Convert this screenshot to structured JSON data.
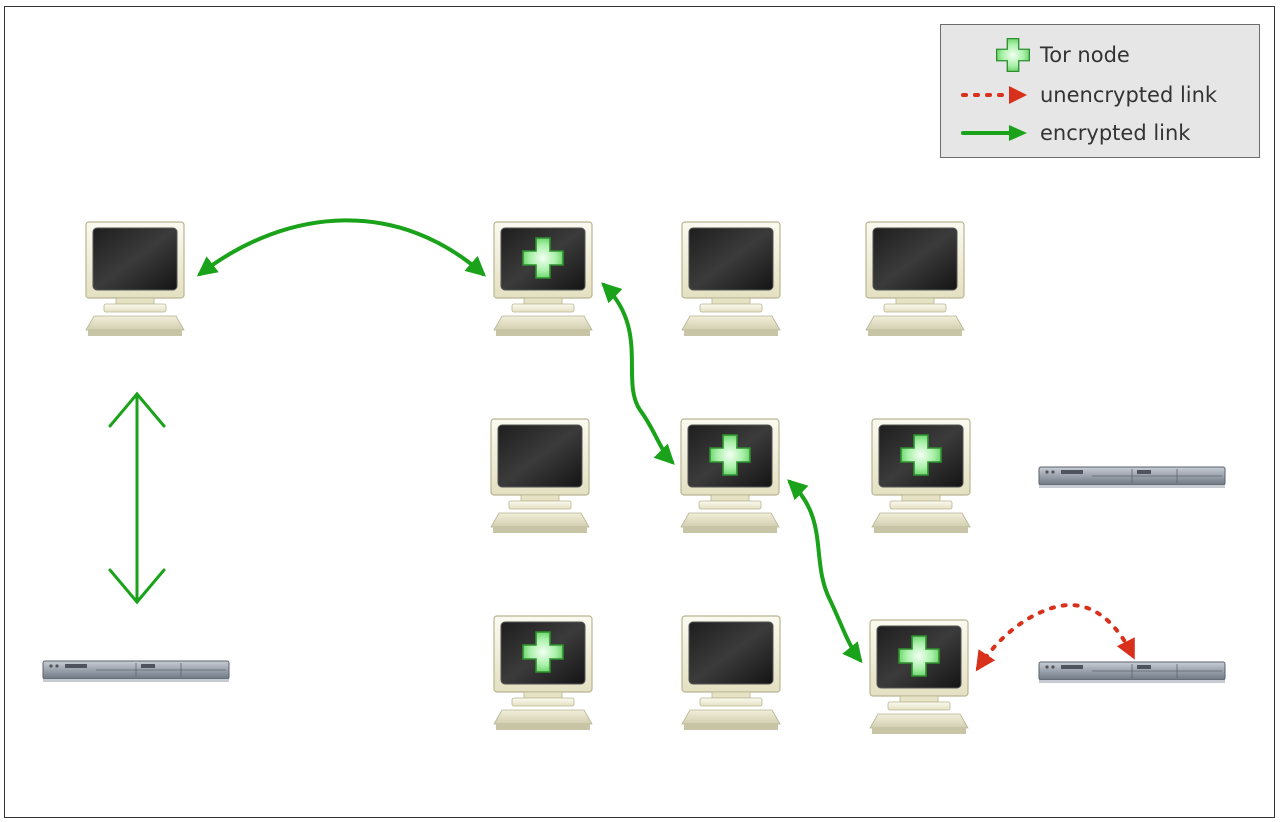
{
  "legend": {
    "tor_node": "Tor node",
    "unencrypted_link": "unencrypted link",
    "encrypted_link": "encrypted link"
  },
  "colors": {
    "encrypted": "#1aa31a",
    "unencrypted": "#d8301a",
    "tor_cross": "#7ee87e",
    "screen": "#2a2a2a",
    "case": "#f3f0d6"
  },
  "nodes": [
    {
      "id": "client-computer",
      "tor": false
    },
    {
      "id": "tor-node-entry",
      "tor": true
    },
    {
      "id": "computer-r1c2",
      "tor": false
    },
    {
      "id": "computer-r1c3",
      "tor": false
    },
    {
      "id": "computer-r2c1",
      "tor": false
    },
    {
      "id": "tor-node-middle",
      "tor": true
    },
    {
      "id": "tor-node-r2c3",
      "tor": true
    },
    {
      "id": "tor-node-r3c1",
      "tor": true
    },
    {
      "id": "computer-r3c2",
      "tor": false
    },
    {
      "id": "tor-node-exit",
      "tor": true
    }
  ],
  "servers": [
    "server-left",
    "server-right-middle",
    "server-right-bottom"
  ],
  "links": [
    {
      "from": "client-computer",
      "to": "tor-node-entry",
      "type": "encrypted"
    },
    {
      "from": "tor-node-entry",
      "to": "tor-node-middle",
      "type": "encrypted"
    },
    {
      "from": "tor-node-middle",
      "to": "tor-node-exit",
      "type": "encrypted"
    },
    {
      "from": "tor-node-exit",
      "to": "server-right-bottom",
      "type": "unencrypted"
    },
    {
      "from": "client-computer",
      "to": "server-left",
      "type": "open-arrow"
    }
  ]
}
